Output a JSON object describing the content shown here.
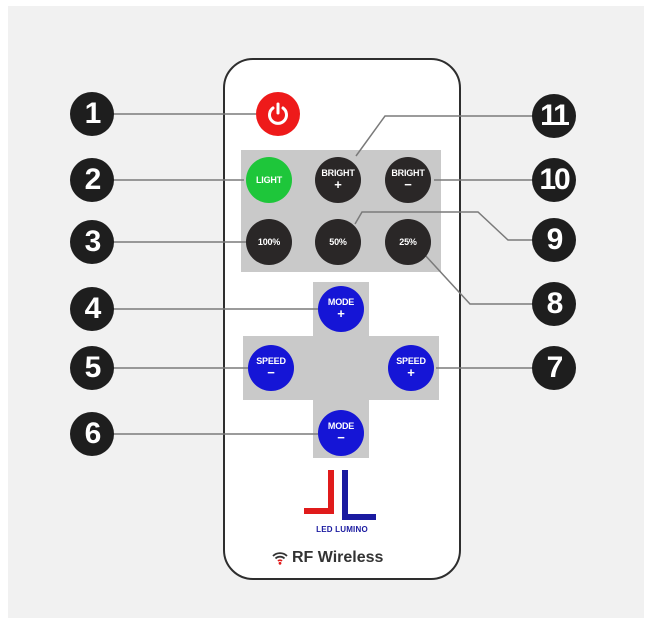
{
  "remote": {
    "buttons": {
      "power": {
        "label": "",
        "color": "#ee1a1a"
      },
      "light": {
        "label": "LIGHT",
        "color": "#1ec63a"
      },
      "bright_plus": {
        "label": "BRIGHT",
        "symbol": "+"
      },
      "bright_minus": {
        "label": "BRIGHT",
        "symbol": "−"
      },
      "p100": {
        "label": "100%"
      },
      "p50": {
        "label": "50%"
      },
      "p25": {
        "label": "25%"
      },
      "mode_plus": {
        "label": "MODE",
        "symbol": "+"
      },
      "mode_minus": {
        "label": "MODE",
        "symbol": "−"
      },
      "speed_minus": {
        "label": "SPEED",
        "symbol": "−"
      },
      "speed_plus": {
        "label": "SPEED",
        "symbol": "+"
      }
    },
    "logo": {
      "text": "LED LUMINO",
      "colors": {
        "red": "#e01b1b",
        "blue": "#1a1aa0"
      }
    },
    "footer": {
      "icon": "wifi-icon",
      "text": "RF Wireless"
    }
  },
  "callouts": [
    "1",
    "2",
    "3",
    "4",
    "5",
    "6",
    "7",
    "8",
    "9",
    "10",
    "11"
  ],
  "colors": {
    "dark_button": "#2a2727",
    "blue_button": "#1515d6",
    "panel": "#c9c9c9",
    "callout": "#1e1e1e"
  }
}
